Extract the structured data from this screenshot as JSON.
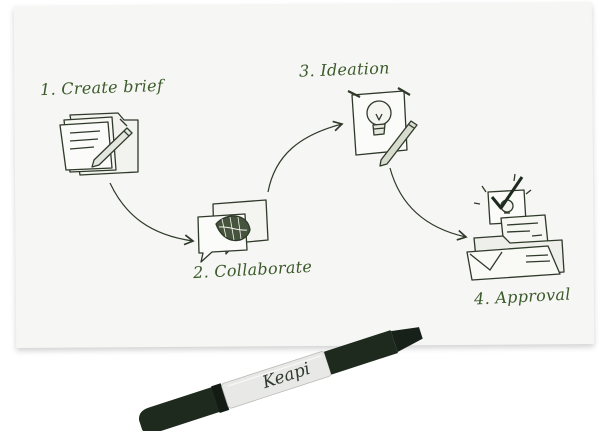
{
  "steps": [
    {
      "label": "1. Create brief",
      "icon": "folder-pen-icon"
    },
    {
      "label": "2. Collaborate",
      "icon": "speech-bubbles-icon"
    },
    {
      "label": "3. Ideation",
      "icon": "lightbulb-note-icon"
    },
    {
      "label": "4. Approval",
      "icon": "approved-folder-icon"
    }
  ],
  "marker": {
    "brand": "Keapi"
  },
  "colors": {
    "ink": "#2f3a2a",
    "label_ink": "#3b5a2a",
    "paper": "#f6f6f4",
    "marker_body": "#1f2a1f",
    "marker_band": "#e8e8e6"
  }
}
